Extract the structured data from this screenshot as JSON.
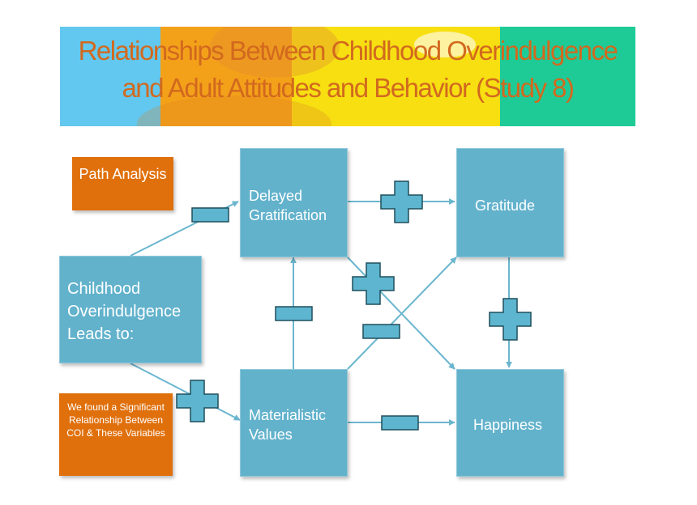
{
  "title": {
    "line1": "Relationships Between Childhood Overindulgence",
    "line2": "and Adult Attitudes and Behavior (Study 8)"
  },
  "labels": {
    "path_analysis": "Path Analysis",
    "finding": "We found a Significant Relationship Between COI & These Variables"
  },
  "nodes": {
    "coi": "Childhood Overindulgence Leads to:",
    "delayed": "Delayed Gratification",
    "gratitude": "Gratitude",
    "materialistic": "Materialistic Values",
    "happiness": "Happiness"
  },
  "relationships": [
    {
      "from": "Childhood Overindulgence",
      "to": "Delayed Gratification",
      "sign": "negative"
    },
    {
      "from": "Childhood Overindulgence",
      "to": "Materialistic Values",
      "sign": "positive"
    },
    {
      "from": "Materialistic Values",
      "to": "Delayed Gratification",
      "sign": "negative"
    },
    {
      "from": "Delayed Gratification",
      "to": "Gratitude",
      "sign": "positive"
    },
    {
      "from": "Delayed Gratification",
      "to": "Happiness",
      "sign": "positive"
    },
    {
      "from": "Materialistic Values",
      "to": "Gratitude",
      "sign": "negative"
    },
    {
      "from": "Gratitude",
      "to": "Happiness",
      "sign": "positive"
    },
    {
      "from": "Materialistic Values",
      "to": "Happiness",
      "sign": "negative"
    }
  ],
  "colors": {
    "node_fill": "#62b2cc",
    "arrow": "#6bb6cf",
    "label_box": "#e0700c",
    "title_text": "#d2691e",
    "banner": [
      "#63c8ef",
      "#f4a11a",
      "#f7df12",
      "#1ecb97"
    ]
  }
}
